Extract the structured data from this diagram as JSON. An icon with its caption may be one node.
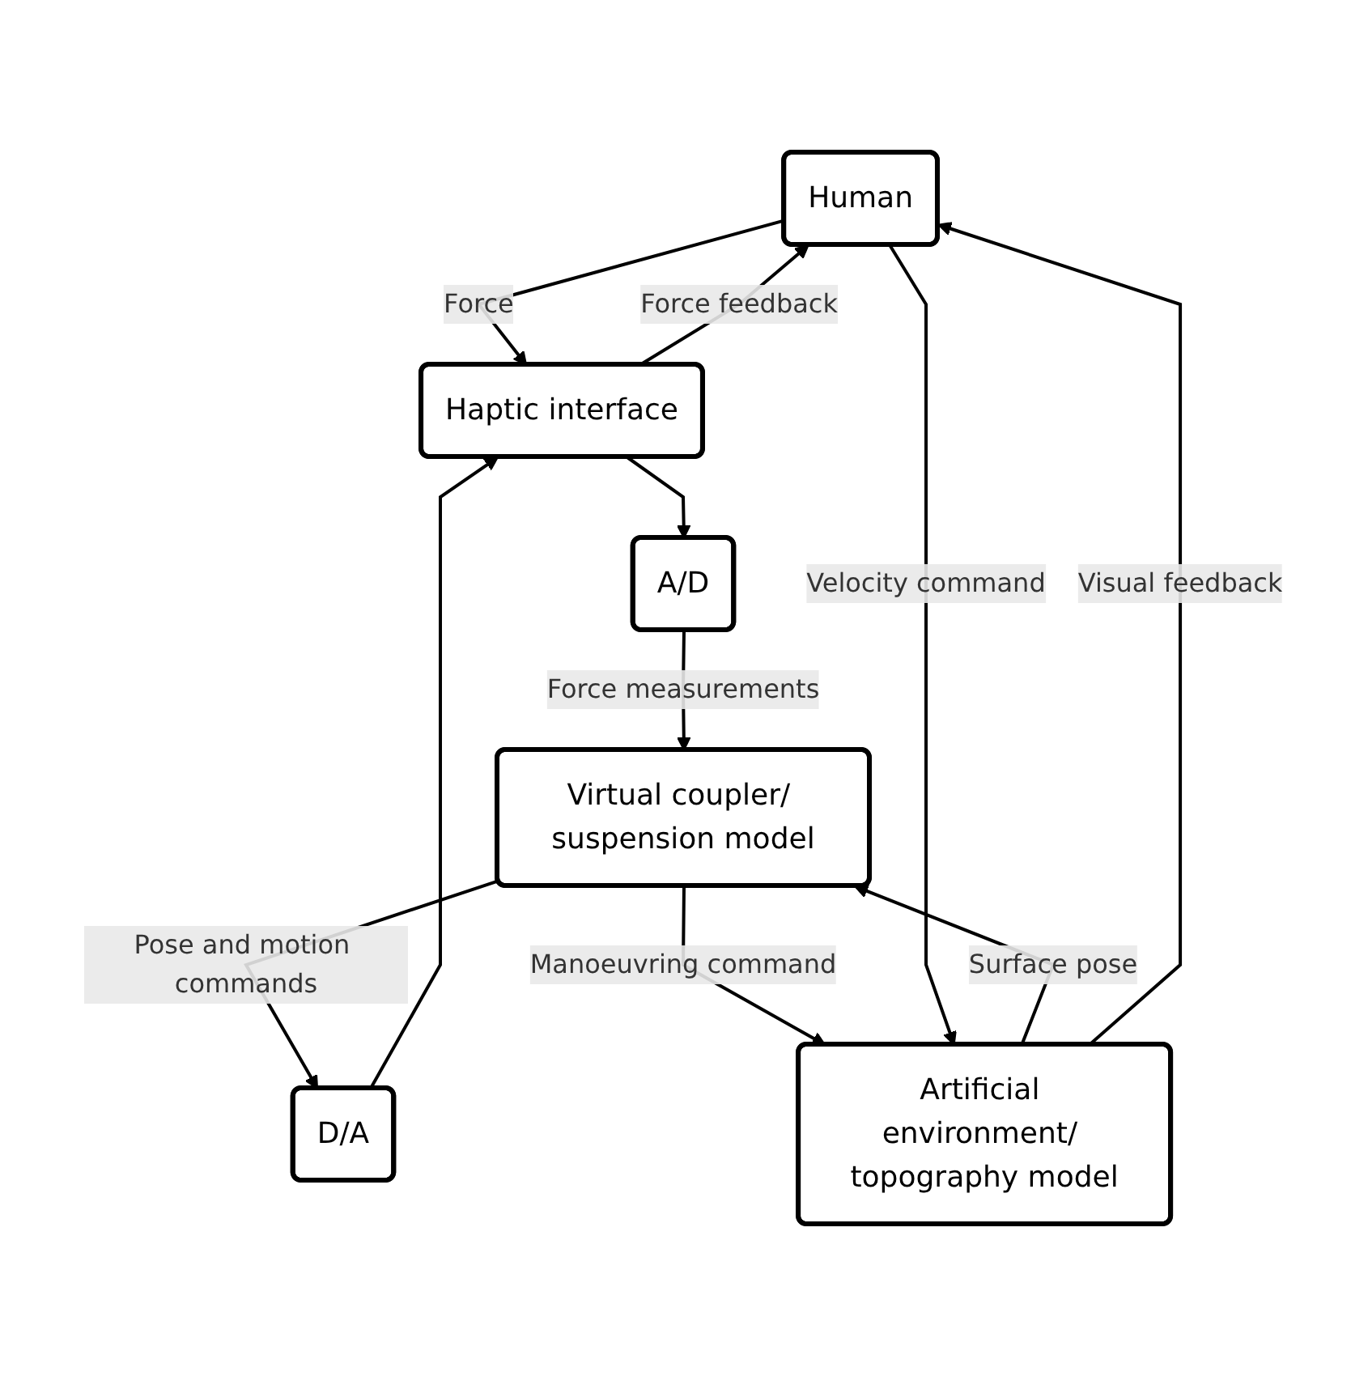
{
  "diagram": {
    "nodes": [
      {
        "text": [
          "Human"
        ]
      },
      {
        "text": [
          "Haptic interface"
        ]
      },
      {
        "text": [
          "A/D"
        ]
      },
      {
        "text": [
          "D/A"
        ]
      },
      {
        "text": [
          "Virtual coupler/ suspension model"
        ]
      },
      {
        "text": [
          "Artificial environment/ topography model"
        ]
      }
    ],
    "edges": [
      {
        "from": 0,
        "to": 1,
        "arrow": "to",
        "label": "Force"
      },
      {
        "from": 1,
        "to": 0,
        "arrow": "to",
        "label": "Force feedback"
      },
      {
        "from": 1,
        "to": 2,
        "arrow": "to"
      },
      {
        "from": 2,
        "to": 4,
        "arrow": "to",
        "label": "Force measurements"
      },
      {
        "from": 4,
        "to": 3,
        "arrow": "to",
        "label": "Pose and motion commands"
      },
      {
        "from": 3,
        "to": 1,
        "arrow": "to"
      },
      {
        "from": 4,
        "to": 5,
        "arrow": "to",
        "label": "Manoeuvring command"
      },
      {
        "from": 5,
        "to": 4,
        "arrow": "to",
        "label": "Surface pose"
      },
      {
        "from": 0,
        "to": 5,
        "arrow": "to",
        "label": "Velocity command"
      },
      {
        "from": 5,
        "to": 0,
        "arrow": "to",
        "label": "Visual feedback"
      }
    ]
  }
}
